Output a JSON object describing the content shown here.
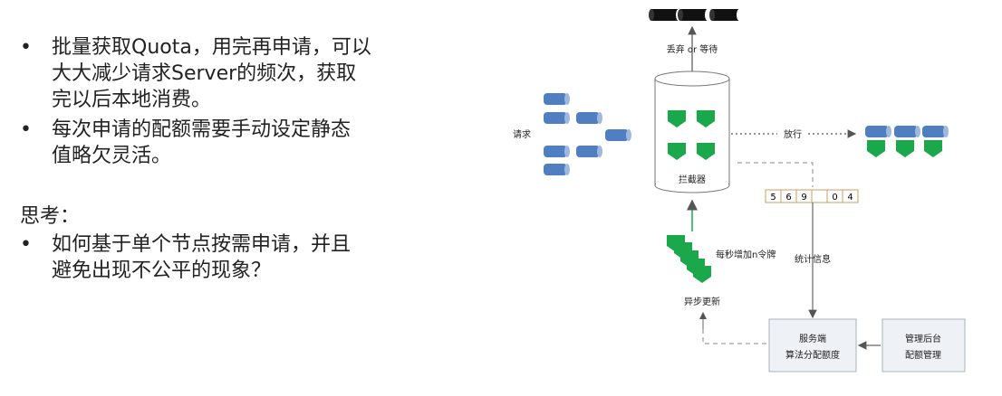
{
  "bullets": [
    {
      "lines": [
        "批量获取Quota，用完再申请，可以",
        "大大减少请求Server的频次，获取",
        "完以后本地消费。"
      ]
    },
    {
      "lines": [
        "每次申请的配额需要手动设定静态",
        "值略欠灵活。"
      ]
    }
  ],
  "thinking": {
    "heading": "思考：",
    "bullets": [
      {
        "lines": [
          "如何基于单个节点按需申请，并且",
          "避免出现不公平的现象？"
        ]
      }
    ]
  },
  "diagram": {
    "labels": {
      "discard_or_wait": "丢弃 or 等待",
      "requests": "请求",
      "release": "放行",
      "interceptor": "拦截器",
      "token_rate": "每秒增加n令牌",
      "async_update": "异步更新",
      "stats": "统计信息",
      "server_title": "服务端",
      "server_sub": "算法分配额度",
      "admin_title": "管理后台",
      "admin_sub": "配额管理"
    },
    "digits": [
      "5",
      "6",
      "9",
      "0",
      "4"
    ],
    "colors": {
      "blue": "#4f7fc0",
      "green": "#1aa84a",
      "dark": "#111111",
      "line": "#555555"
    }
  }
}
